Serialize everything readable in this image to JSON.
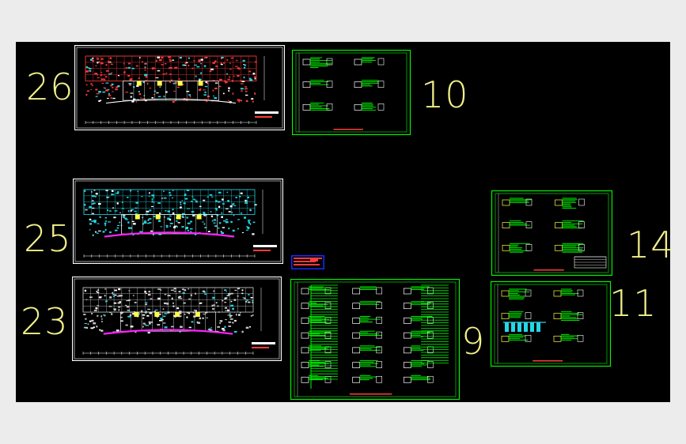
{
  "viewer": {
    "background": "#000000",
    "outer_background": "#ececec"
  },
  "colors": {
    "frame_white": "#ffffff",
    "frame_green": "#00ff00",
    "line_red": "#ff3b3b",
    "line_cyan": "#25d7e6",
    "line_magenta": "#ff22ff",
    "line_yellow": "#ffff44",
    "number_yellow": "#f0f08a",
    "stamp_blue": "#1a2aff"
  },
  "sheets": [
    {
      "id": "26",
      "label": "26",
      "kind": "floor-plan"
    },
    {
      "id": "25",
      "label": "25",
      "kind": "floor-plan"
    },
    {
      "id": "23",
      "label": "23",
      "kind": "floor-plan"
    },
    {
      "id": "10",
      "label": "10",
      "kind": "wiring-diagram"
    },
    {
      "id": "9",
      "label": "9",
      "kind": "wiring-diagram"
    },
    {
      "id": "14",
      "label": "14",
      "kind": "wiring-diagram"
    },
    {
      "id": "11",
      "label": "11",
      "kind": "wiring-diagram"
    }
  ]
}
